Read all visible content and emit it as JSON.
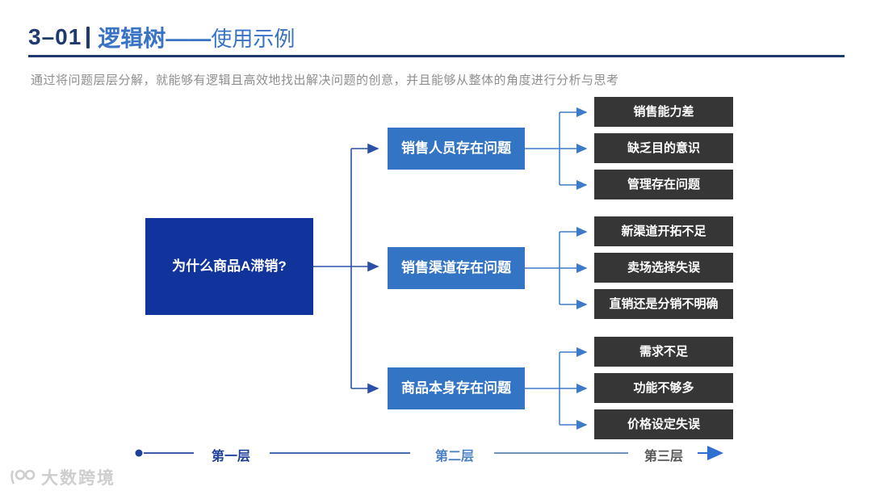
{
  "header": {
    "code": "3–01",
    "title_main": "逻辑树——",
    "title_sub": "使用示例"
  },
  "subtitle": "通过将问题层层分解，就能够有逻辑且高效地找出解决问题的创意，并且能够从整体的角度进行分析与思考",
  "tree": {
    "root": {
      "label": "为什么商品A滞销?"
    },
    "branches": [
      {
        "label": "销售人员存在问题",
        "children": [
          "销售能力差",
          "缺乏目的意识",
          "管理存在问题"
        ]
      },
      {
        "label": "销售渠道存在问题",
        "children": [
          "新渠道开拓不足",
          "卖场选择失误",
          "直销还是分销不明确"
        ]
      },
      {
        "label": "商品本身存在问题",
        "children": [
          "需求不足",
          "功能不够多",
          "价格设定失误"
        ]
      }
    ]
  },
  "legend": {
    "levels": [
      "第一层",
      "第二层",
      "第三层"
    ]
  },
  "watermark": {
    "icon": "dashu-kuajing-logo-icon",
    "text": "大数跨境"
  },
  "colors": {
    "header_navy": "#1F3A6E",
    "header_blue": "#3873C6",
    "root_box": "#10339C",
    "branch_box": "#3374C5",
    "leaf_box": "#363636",
    "connector_level1": "#2B50A8",
    "connector_level2": "#3D7BC8",
    "legend_navy": "#20419A",
    "legend_blue": "#4E82C4",
    "legend_gray": "#595959",
    "legend_arrow_blue": "#2E6FD0"
  }
}
